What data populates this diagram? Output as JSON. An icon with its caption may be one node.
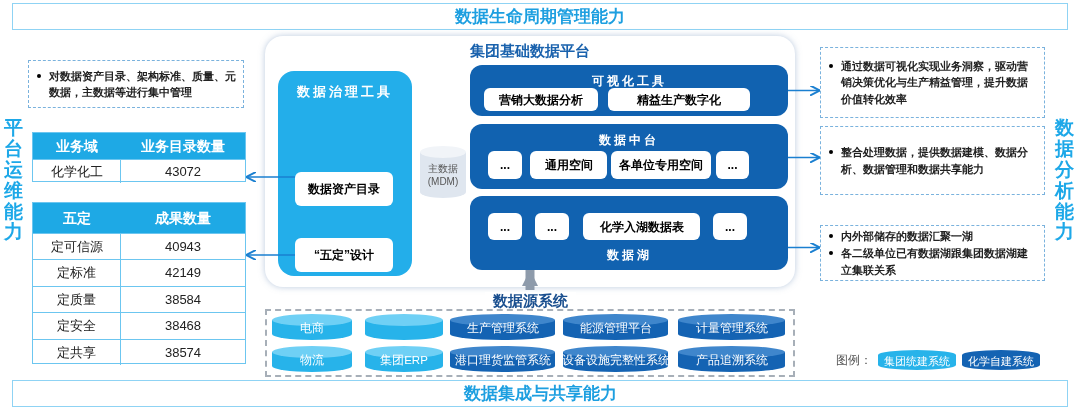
{
  "diagram": {
    "nodes": [
      {
        "text": [
          "数据生命周期管理能力"
        ]
      },
      {
        "text": [
          "数据集成与共享能力"
        ]
      },
      {
        "text": [
          "集团基础数据平台"
        ]
      },
      {
        "text": [
          "数据治理工具"
        ],
        "in": 2
      },
      {
        "text": [
          "数据资产目录"
        ],
        "in": 3
      },
      {
        "text": [
          "“五定”设计"
        ],
        "in": 3
      },
      {
        "text": [
          "主数据 (MDM)"
        ],
        "in": 2
      },
      {
        "text": [
          "可视化工具"
        ],
        "in": 2
      },
      {
        "text": [
          "营销大数据分析"
        ],
        "in": 7
      },
      {
        "text": [
          "精益生产数字化"
        ],
        "in": 7
      },
      {
        "text": [
          "数据中台"
        ],
        "in": 2
      },
      {
        "text": [
          "..."
        ],
        "in": 10
      },
      {
        "text": [
          "通用空间"
        ],
        "in": 10
      },
      {
        "text": [
          "各单位专用空间"
        ],
        "in": 10
      },
      {
        "text": [
          "..."
        ],
        "in": 10
      },
      {
        "text": [
          "数据湖"
        ],
        "in": 2
      },
      {
        "text": [
          "..."
        ],
        "in": 15
      },
      {
        "text": [
          "..."
        ],
        "in": 15
      },
      {
        "text": [
          "化学入湖数据表"
        ],
        "in": 15
      },
      {
        "text": [
          "..."
        ],
        "in": 15
      },
      {
        "text": [
          "数据源系统"
        ]
      },
      {
        "text": [
          "电商"
        ],
        "in": 20
      },
      {
        "text": [],
        "shape": "cylinder",
        "in": 20
      },
      {
        "text": [
          "生产管理系统"
        ],
        "in": 20
      },
      {
        "text": [
          "能源管理平台"
        ],
        "in": 20
      },
      {
        "text": [
          "计量管理系统"
        ],
        "in": 20
      },
      {
        "text": [
          "物流"
        ],
        "in": 20
      },
      {
        "text": [
          "集团ERP"
        ],
        "in": 20
      },
      {
        "text": [
          "港口理货监管系统"
        ],
        "in": 20
      },
      {
        "text": [
          "设备设施完整性系统"
        ],
        "in": 20
      },
      {
        "text": [
          "产品追溯系统"
        ],
        "in": 20
      },
      {
        "text": [
          "对数据资产目录、架构标准、质量、元数据，主数据等进行集中管理"
        ]
      },
      {
        "text": [
          "业务域",
          "业务目录数量",
          "化学化工",
          "43072"
        ]
      },
      {
        "text": [
          "五定",
          "成果数量",
          "定可信源",
          "40943",
          "定标准",
          "42149",
          "定质量",
          "38584",
          "定安全",
          "38468",
          "定共享",
          "38574"
        ]
      },
      {
        "text": [
          "通过数据可视化实现业务洞察，驱动营销决策优化与生产精益管理，提升数据价值转化效率"
        ]
      },
      {
        "text": [
          "整合处理数据，提供数据建模、数据分析、数据管理和数据共享能力"
        ]
      },
      {
        "text": [
          "内外部储存的数据汇聚一湖",
          "各二级单位已有数据湖跟集团数据湖建立集联关系"
        ]
      }
    ],
    "edges": [
      {
        "from": 4,
        "to": 32,
        "arrow": "to"
      },
      {
        "from": 5,
        "to": 33,
        "arrow": "to"
      },
      {
        "from": 7,
        "to": 34,
        "arrow": "to"
      },
      {
        "from": 10,
        "to": 35,
        "arrow": "to"
      },
      {
        "from": 15,
        "to": 36,
        "arrow": "to"
      },
      {
        "from": 20,
        "to": 15,
        "arrow": "to",
        "style": "thick",
        "color": "#8e9bab"
      }
    ],
    "labels": [
      "平台运维能力",
      "数据分析能力",
      "图例："
    ],
    "legend": [
      {
        "text": "集团统建系统",
        "color": "#27b3ea"
      },
      {
        "text": "化学自建系统",
        "color": "#1463b3"
      }
    ]
  }
}
